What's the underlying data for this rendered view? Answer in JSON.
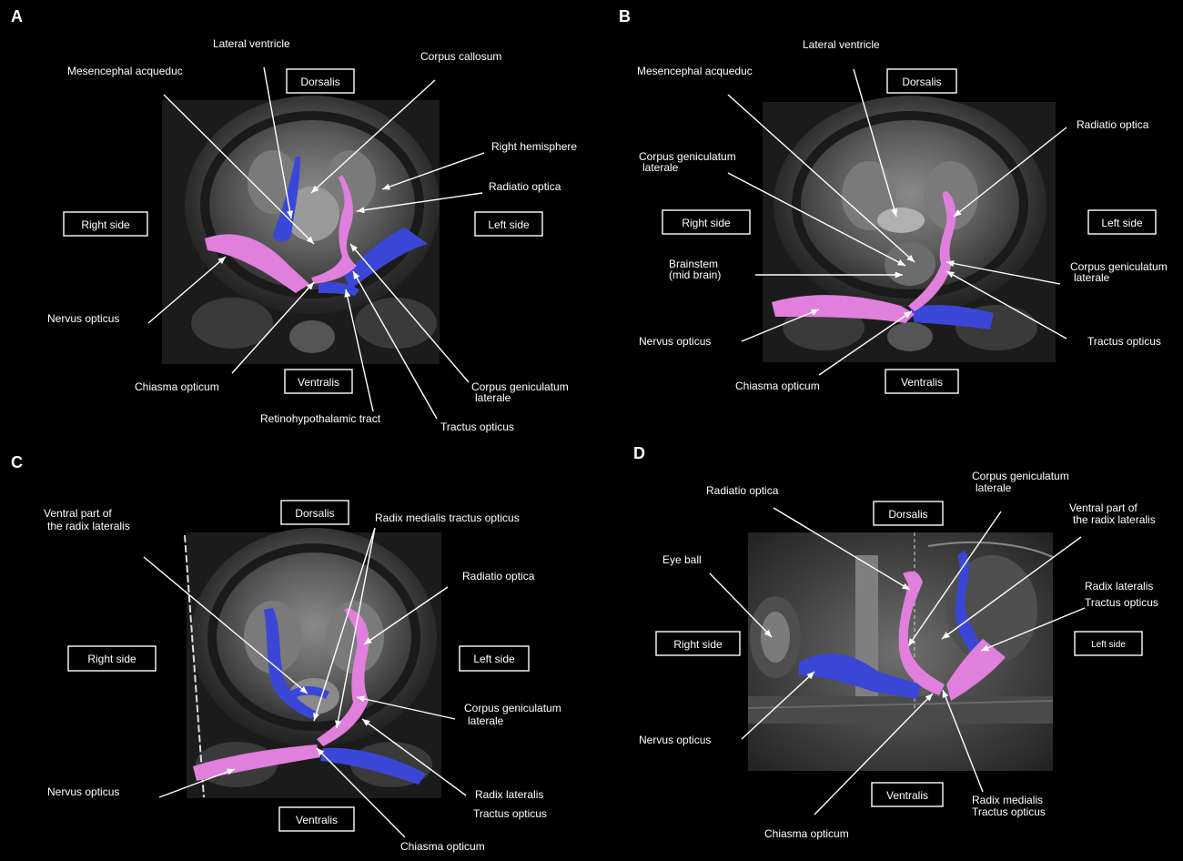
{
  "colors": {
    "pink": "#e07fdc",
    "blue": "#3a47d6",
    "background": "#000000",
    "text": "#ffffff"
  },
  "panels": {
    "A": {
      "letter": "A",
      "orient": {
        "dorsal": "Dorsalis",
        "ventral": "Ventralis",
        "right": "Right side",
        "left": "Left side"
      },
      "labels": {
        "lateral_ventricle": "Lateral ventricle",
        "mesencephal": "Mesencephal acqueduc",
        "corpus_callosum": "Corpus callosum",
        "right_hemisphere": "Right hemisphere",
        "radiatio_optica": "Radiatio optica",
        "nervus_opticus": "Nervus opticus",
        "chiasma_opticum": "Chiasma opticum",
        "retinohypothalamic": "Retinohypothalamic tract",
        "tractus_opticus": "Tractus opticus",
        "cgl_1": "Corpus geniculatum",
        "cgl_2": "laterale"
      }
    },
    "B": {
      "letter": "B",
      "orient": {
        "dorsal": "Dorsalis",
        "ventral": "Ventralis",
        "right": "Right side",
        "left": "Left side"
      },
      "labels": {
        "lateral_ventricle": "Lateral ventricle",
        "mesencephal": "Mesencephal acqueduc",
        "radiatio_optica": "Radiatio optica",
        "cgl_left_1": "Corpus geniculatum",
        "cgl_left_2": "laterale",
        "brainstem_1": "Brainstem",
        "brainstem_2": "(mid brain)",
        "cgl_right_1": "Corpus geniculatum",
        "cgl_right_2": "laterale",
        "tractus_opticus": "Tractus opticus",
        "nervus_opticus": "Nervus opticus",
        "chiasma_opticum": "Chiasma opticum"
      }
    },
    "C": {
      "letter": "C",
      "orient": {
        "dorsal": "Dorsalis",
        "ventral": "Ventralis",
        "right": "Right side",
        "left": "Left side"
      },
      "labels": {
        "ventral_part_1": "Ventral part of",
        "ventral_part_2": "the radix lateralis",
        "radix_medialis": "Radix medialis tractus opticus",
        "radiatio_optica": "Radiatio optica",
        "cgl_1": "Corpus geniculatum",
        "cgl_2": "laterale",
        "nervus_opticus": "Nervus opticus",
        "radix_lateralis_1": "Radix lateralis",
        "radix_lateralis_2": "Tractus opticus",
        "chiasma_opticum": "Chiasma opticum"
      }
    },
    "D": {
      "letter": "D",
      "orient": {
        "dorsal": "Dorsalis",
        "ventral": "Ventralis",
        "right": "Right side",
        "left": "Left side"
      },
      "labels": {
        "radiatio_optica": "Radiatio optica",
        "cgl_1": "Corpus geniculatum",
        "cgl_2": "laterale",
        "ventral_part_1": "Ventral part of",
        "ventral_part_2": "the radix lateralis",
        "eye_ball": "Eye ball",
        "radix_lateralis_1": "Radix lateralis",
        "radix_lateralis_2": "Tractus opticus",
        "nervus_opticus": "Nervus opticus",
        "radix_medialis_1": "Radix medialis",
        "radix_medialis_2": "Tractus opticus",
        "chiasma_opticum": "Chiasma opticum"
      }
    }
  }
}
